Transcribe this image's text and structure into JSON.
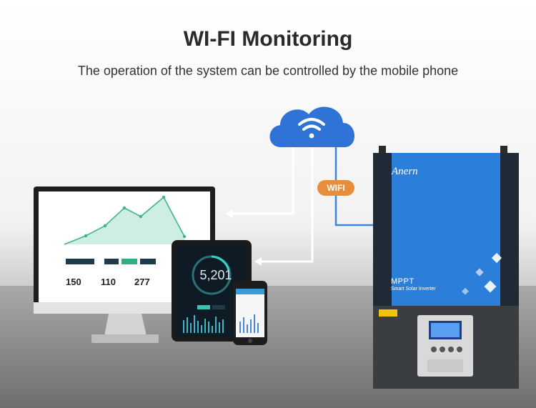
{
  "header": {
    "title": "WI-FI Monitoring",
    "subtitle": "The operation of the system can be controlled by the mobile phone"
  },
  "badge": {
    "wifi": "WIFI"
  },
  "monitor": {
    "stats": [
      "150",
      "110",
      "277"
    ]
  },
  "tablet": {
    "reading": "5,201"
  },
  "inverter": {
    "brand": "Anern",
    "model": "MPPT",
    "description": "Smart Solar Inverter"
  },
  "colors": {
    "cloud": "#2f73d6",
    "inverter_blue": "#2c7fd8",
    "badge_orange": "#e88d3c",
    "chart_green": "#3fb48a"
  }
}
